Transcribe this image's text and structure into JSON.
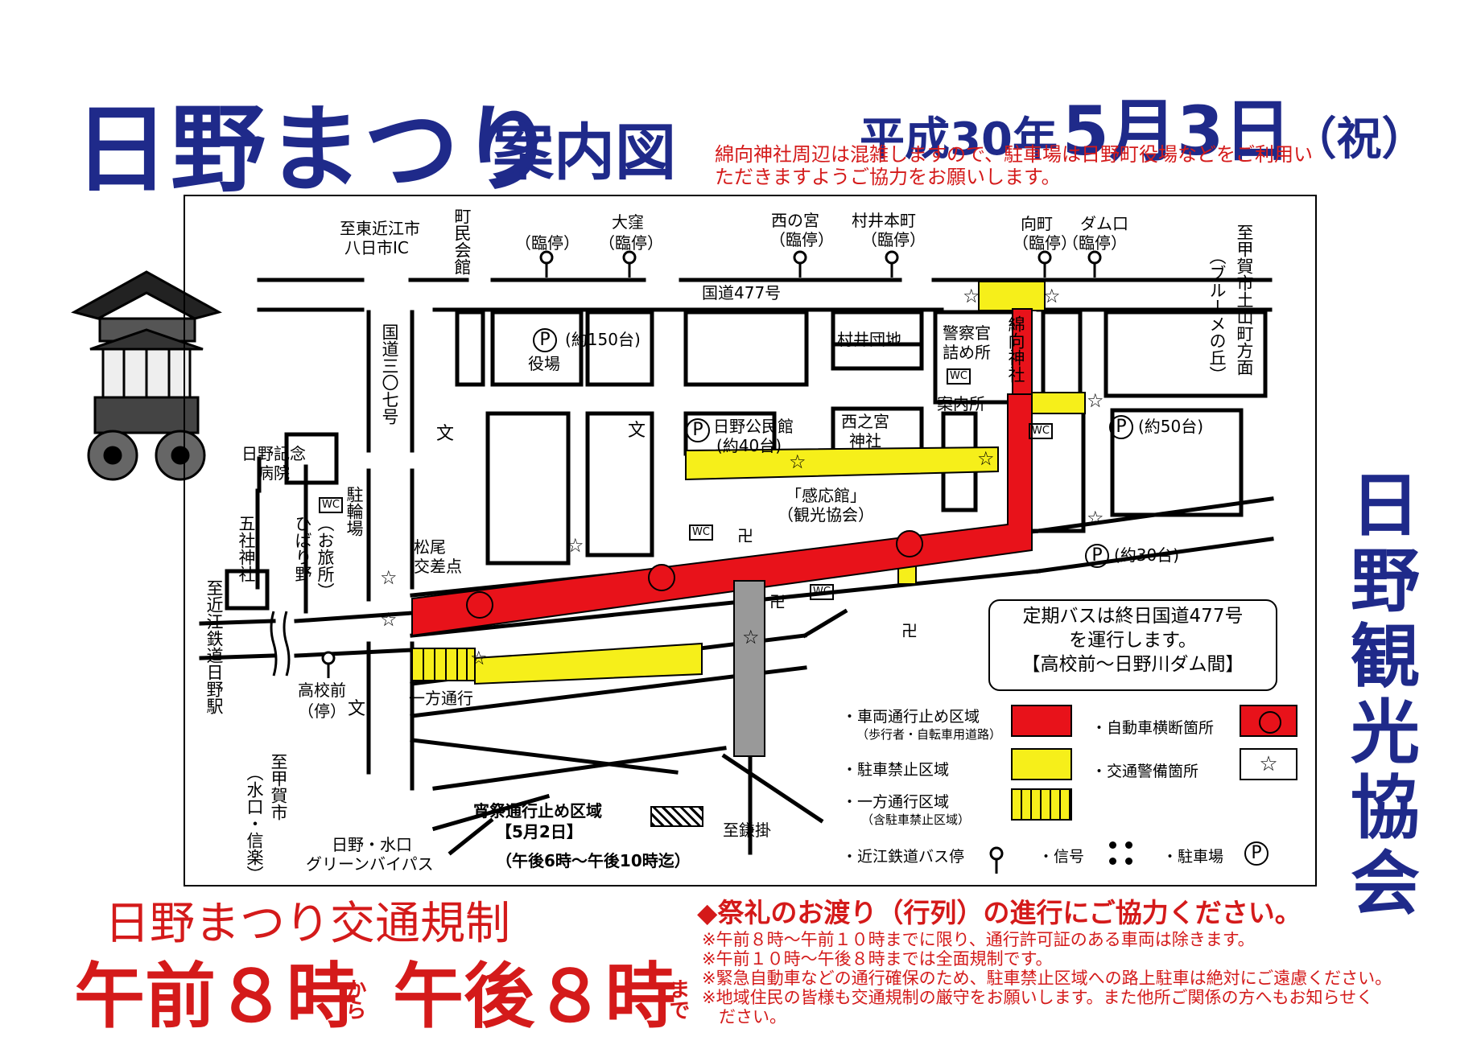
{
  "header": {
    "title_main": "日野まつり",
    "title_sub": "案内図",
    "date_era": "平成",
    "date_year": "30",
    "date_year_unit": "年",
    "date_month": "5",
    "date_month_unit": "月",
    "date_day": "3",
    "date_day_unit": "日",
    "date_holiday": "（祝）",
    "notice_line1": "綿向神社周辺は混雑しますので、駐車場は日野町役場などをご利用い",
    "notice_line2": "ただきますようご協力をお願いします。"
  },
  "association": "日野観光協会",
  "map": {
    "labels": {
      "higashiomi": "至東近江市",
      "yokaichi_ic": "八日市IC",
      "chomin": "町民会館",
      "rinji1": "（臨停）",
      "okubo": "大窪",
      "rinji2": "（臨停）",
      "nishinomiya": "西の宮",
      "rinji3": "（臨停）",
      "murai_honmachi": "村井本町",
      "rinji4": "（臨停）",
      "mukaimachi": "向町",
      "rinji5": "（臨停）",
      "damuguchi": "ダム口",
      "rinji6": "（臨停）",
      "koka_tsuchiyama": "至甲賀市土山町方面",
      "blume": "（ブルーメの丘）",
      "route477": "国道477号",
      "route307": "国道三〇七号",
      "parking150": "(約150台)",
      "yakuba": "役場",
      "murai_danchi": "村井団地",
      "police": "警察官詰め所",
      "watamuki": "綿向神社",
      "annaijo": "案内所",
      "hino_kominkan": "日野公民館",
      "parking40": "(約40台)",
      "nishinomiya_jinja": "西之宮神社",
      "parking50": "(約50台)",
      "kannokan": "「感応館」",
      "kanko_kyokai": "（観光協会）",
      "parking30": "(約30台)",
      "hino_hospital": "日野記念病院",
      "churinjo": "駐輪場",
      "hibarino": "ひばり野",
      "otabisho": "（お旅所）",
      "goshajinja": "五社神社",
      "omi_station": "至近江鉄道日野駅",
      "matsuo1": "松尾",
      "matsuo2": "交差点",
      "kokomae": "高校前",
      "tei": "（停）",
      "ippo": "一方通行",
      "koka_minakuchi": "至甲賀市",
      "minakuchi_shigaraki": "（水口・信楽）",
      "bypass1": "日野・水口",
      "bypass2": "グリーンバイパス",
      "kamakake": "至鎌掛",
      "yoimatsuri1": "宵祭通行止め区域",
      "yoimatsuri2": "【5月2日】",
      "yoimatsuri3": "（午後6時～午後10時迄）",
      "bun": "文",
      "wc": "WC",
      "manji": "卍",
      "parking_p": "P"
    },
    "bus_note": {
      "line1": "定期バスは終日国道477号",
      "line2": "を運行します。",
      "line3": "【高校前～日野川ダム間】"
    },
    "legend": {
      "closed": "・車両通行止め区域",
      "closed_sub": "（歩行者・自転車用道路）",
      "crossing": "・自動車横断箇所",
      "no_parking": "・駐車禁止区域",
      "guard": "・交通警備箇所",
      "oneway": "・一方通行区域",
      "oneway_sub": "（含駐車禁止区域）",
      "bus_stop": "・近江鉄道バス停",
      "signal": "・信号",
      "parking": "・駐車場"
    },
    "colors": {
      "closed": "#e8121a",
      "no_parking": "#f6ef1a",
      "title_blue": "#1f2a8a",
      "notice_red": "#d41a1a"
    }
  },
  "regulation": {
    "title": "日野まつり交通規制",
    "start": "午前８時",
    "from": "から",
    "end": "午後８時",
    "until": "まで"
  },
  "request": {
    "title": "◆祭礼のお渡り（行列）の進行にご協力ください。",
    "notes": [
      "※午前８時～午前１０時までに限り、通行許可証のある車両は除きます。",
      "※午前１０時～午後８時までは全面規制です。",
      "※緊急自動車などの通行確保のため、駐車禁止区域への路上駐車は絶対にご遠慮ください。",
      "※地域住民の皆様も交通規制の厳守をお願いします。また他所ご関係の方へもお知らせく",
      "　ださい。"
    ]
  }
}
